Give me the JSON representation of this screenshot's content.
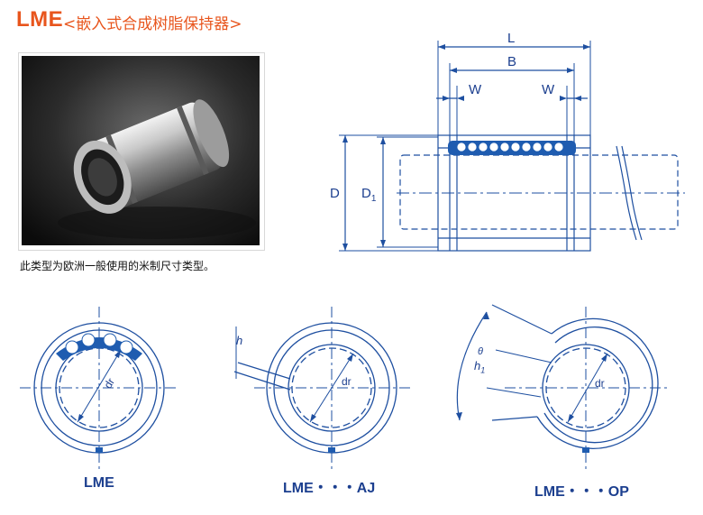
{
  "header": {
    "title": "LME",
    "subtitle": "<嵌入式合成树脂保持器>"
  },
  "photo": {
    "caption": "此类型为欧洲一般使用的米制尺寸类型。"
  },
  "drawing": {
    "dims": {
      "L": "L",
      "B": "B",
      "W_left": "W",
      "W_right": "W",
      "D": "D",
      "D1": "D",
      "D1_sub": "1"
    }
  },
  "sections": [
    {
      "label": "LME",
      "dr": "dr"
    },
    {
      "label": "LME・・・AJ",
      "dr": "dr",
      "h": "h"
    },
    {
      "label": "LME・・・OP",
      "dr": "dr",
      "theta": "θ",
      "h1": "h",
      "h1_sub": "1"
    }
  ],
  "colors": {
    "title": "#e8551d",
    "line": "#1e4fa0",
    "fill_blue": "#1f5cb0",
    "label": "#1c3f8f"
  }
}
